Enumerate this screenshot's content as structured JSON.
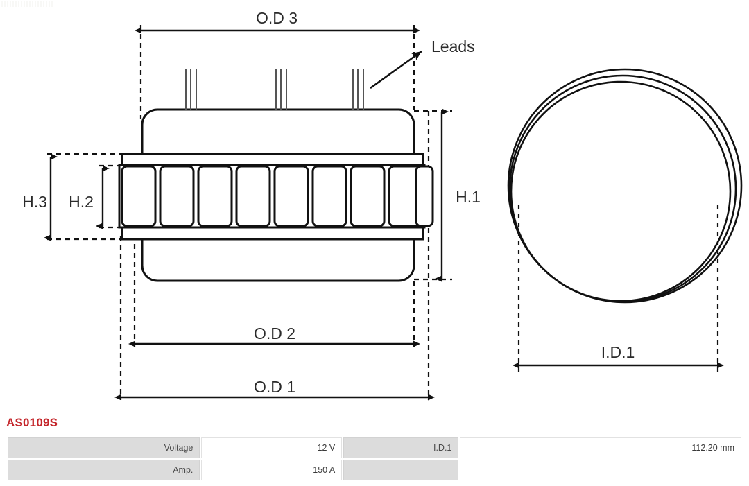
{
  "part": {
    "number": "AS0109S"
  },
  "drawing": {
    "dimensions": {
      "od1": "O.D 1",
      "od2": "O.D 2",
      "od3": "O.D 3",
      "h1": "H.1",
      "h2": "H.2",
      "h3": "H.3",
      "id1": "I.D.1"
    },
    "callouts": {
      "leads": "Leads"
    },
    "views": {
      "side_view_name": "stator-side-view",
      "ring_view_name": "stator-ring-view"
    },
    "geometry": {
      "lead_groups": 3,
      "leads_per_group": 3,
      "lamination_slots": 9,
      "ring_circles": 3
    },
    "colors": {
      "line": "#1a1a1a",
      "background": "#ffffff"
    }
  },
  "specs": {
    "rows": [
      {
        "label_left": "Voltage",
        "value_left": "12 V",
        "label_right": "I.D.1",
        "value_right": "112.20 mm"
      },
      {
        "label_left": "Amp.",
        "value_left": "150 A",
        "label_right": "",
        "value_right": ""
      }
    ]
  },
  "theme": {
    "title_color": "#c4262b",
    "label_cell_bg": "#dcdcdc",
    "value_cell_bg": "#ffffff"
  }
}
